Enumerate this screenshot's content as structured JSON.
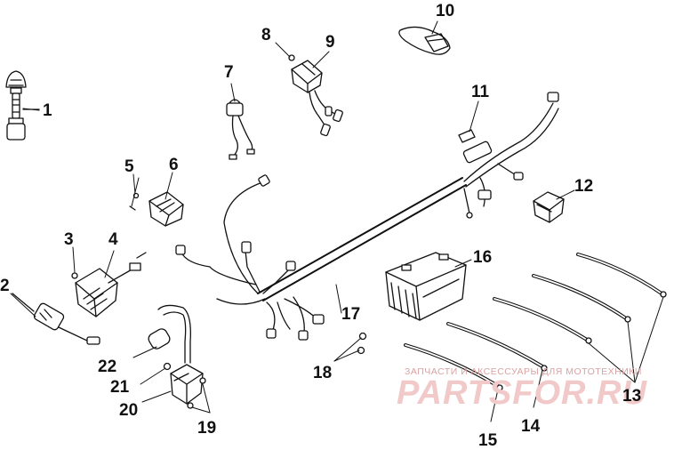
{
  "callouts": [
    "1",
    "2",
    "3",
    "4",
    "5",
    "6",
    "7",
    "8",
    "9",
    "10",
    "11",
    "12",
    "13",
    "14",
    "15",
    "16",
    "17",
    "18",
    "19",
    "20",
    "21",
    "22"
  ],
  "watermark": {
    "caption": "ЗАПЧАСТИ И АКСЕССУАРЫ ДЛЯ МОТОТЕХНИКИ",
    "logo": "PARTSFOR.RU"
  },
  "colors": {
    "line": "#111111",
    "watermark": "#f1c9c9"
  }
}
